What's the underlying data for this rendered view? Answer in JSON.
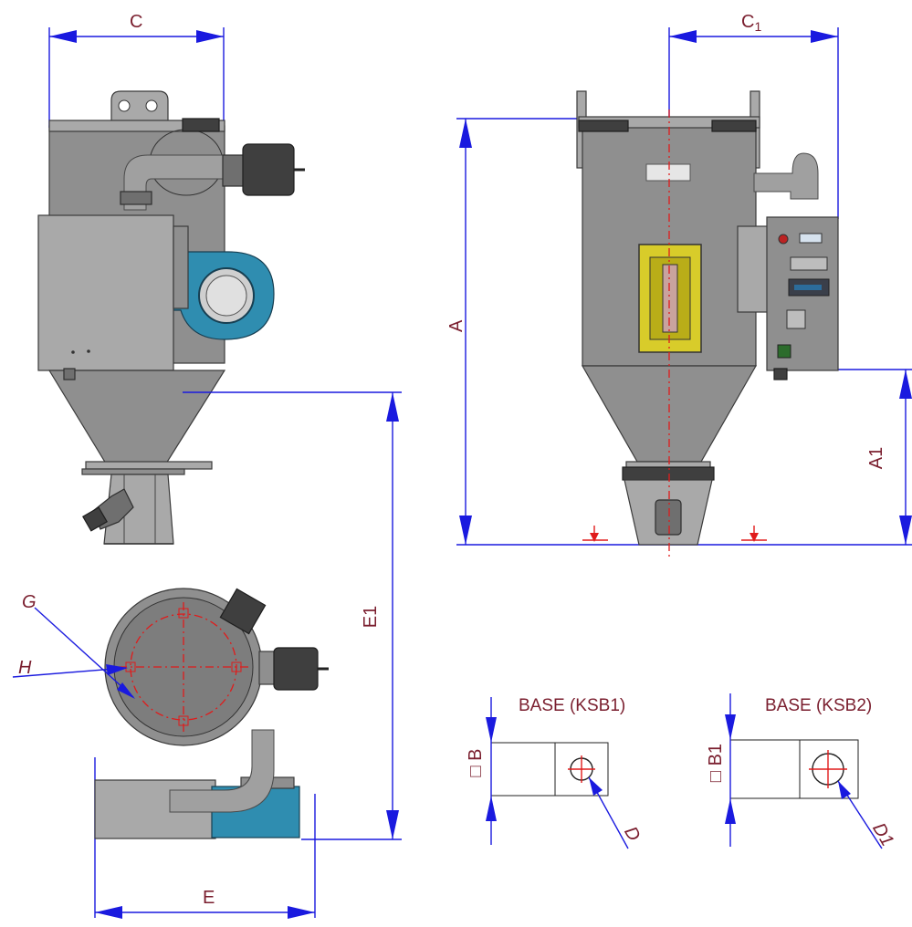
{
  "labels": {
    "C": "C",
    "C1_main": "C",
    "C1_sub": "1",
    "A": "A",
    "A1": "A1",
    "E": "E",
    "E1": "E1",
    "G": "G",
    "H": "H",
    "B": "B",
    "B1": "B1",
    "D": "D",
    "D1": "D1",
    "box_symbol": "□",
    "base1": "BASE (KSB1)",
    "base2": "BASE (KSB2)"
  },
  "colors": {
    "dimension": "#1a1adf",
    "label": "#7a1e2e",
    "centerline": "#e01b1b",
    "fan_housing": "#2f8db0",
    "control_panel_window": "#d8cc2a"
  }
}
